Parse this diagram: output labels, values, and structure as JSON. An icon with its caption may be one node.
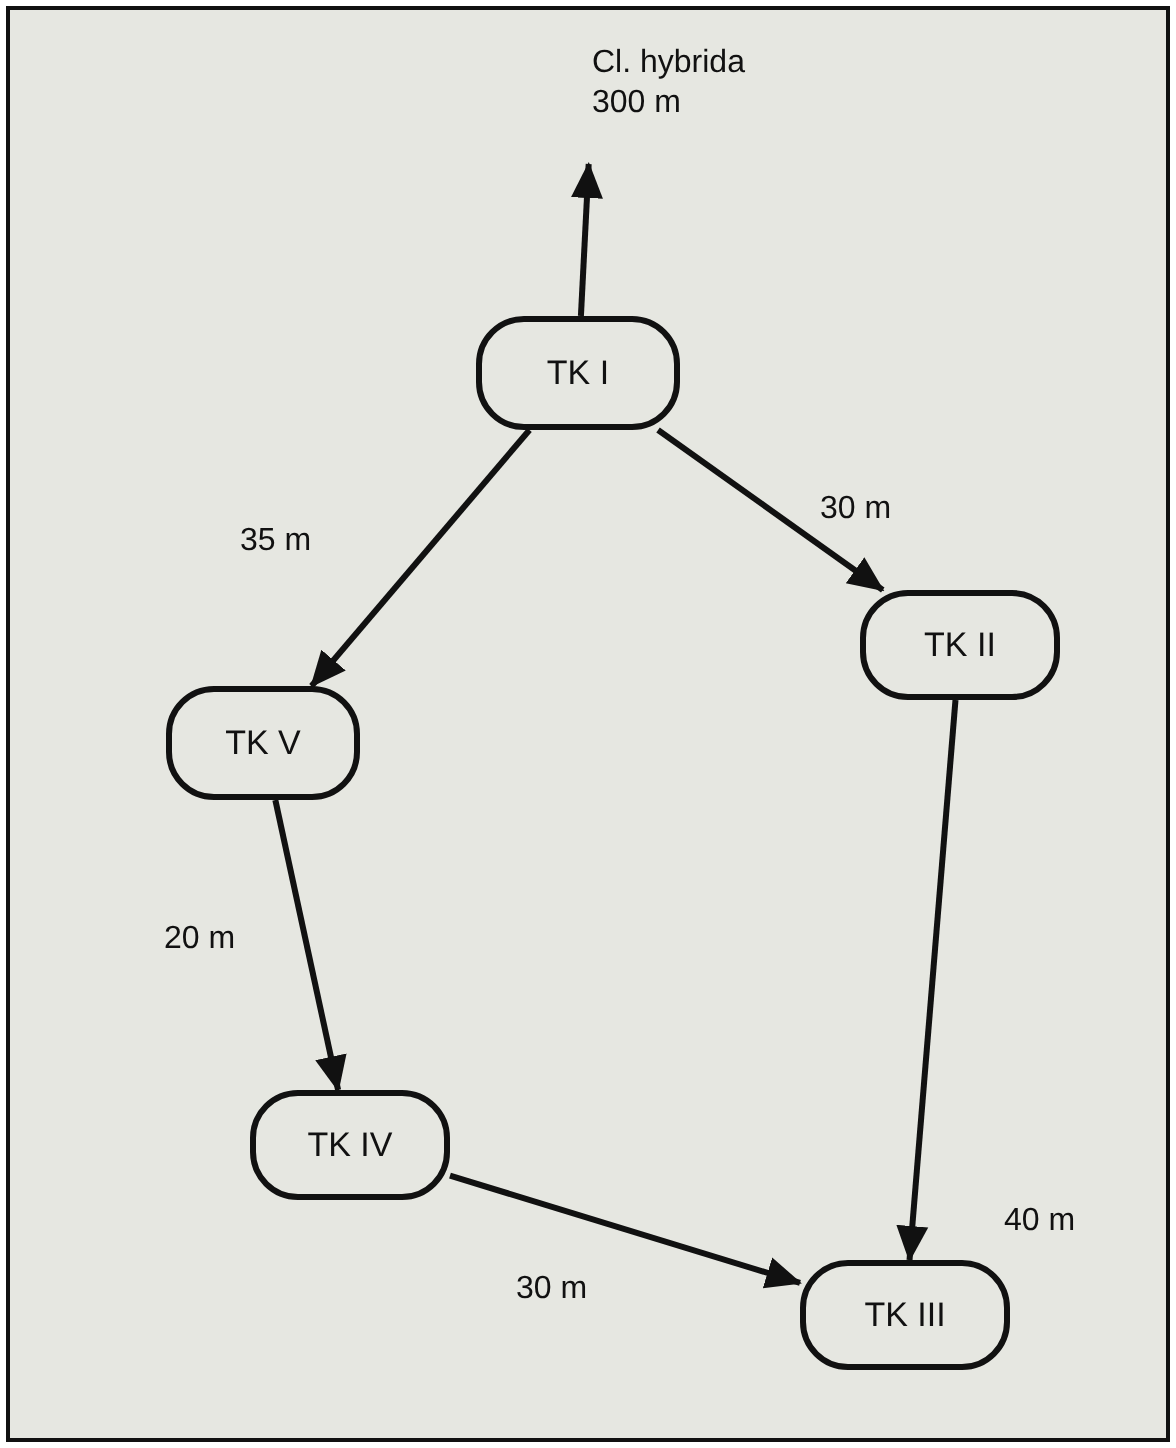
{
  "diagram": {
    "nodes": [
      {
        "text": [
          "TK I"
        ]
      },
      {
        "text": [
          "TK II"
        ]
      },
      {
        "text": [
          "TK III"
        ]
      },
      {
        "text": [
          "TK IV"
        ]
      },
      {
        "text": [
          "TK V"
        ]
      },
      {
        "text": [
          "Cl. hybrida",
          "300 m"
        ]
      }
    ],
    "edges": [
      {
        "from": 0,
        "to": 5,
        "arrow": "to"
      },
      {
        "from": 0,
        "to": 1,
        "arrow": "to",
        "label": "30 m"
      },
      {
        "from": 0,
        "to": 4,
        "arrow": "to",
        "label": "35 m"
      },
      {
        "from": 4,
        "to": 3,
        "arrow": "to",
        "label": "20 m"
      },
      {
        "from": 3,
        "to": 2,
        "arrow": "to",
        "label": "30 m"
      },
      {
        "from": 1,
        "to": 2,
        "arrow": "to",
        "label": "40 m"
      }
    ]
  }
}
